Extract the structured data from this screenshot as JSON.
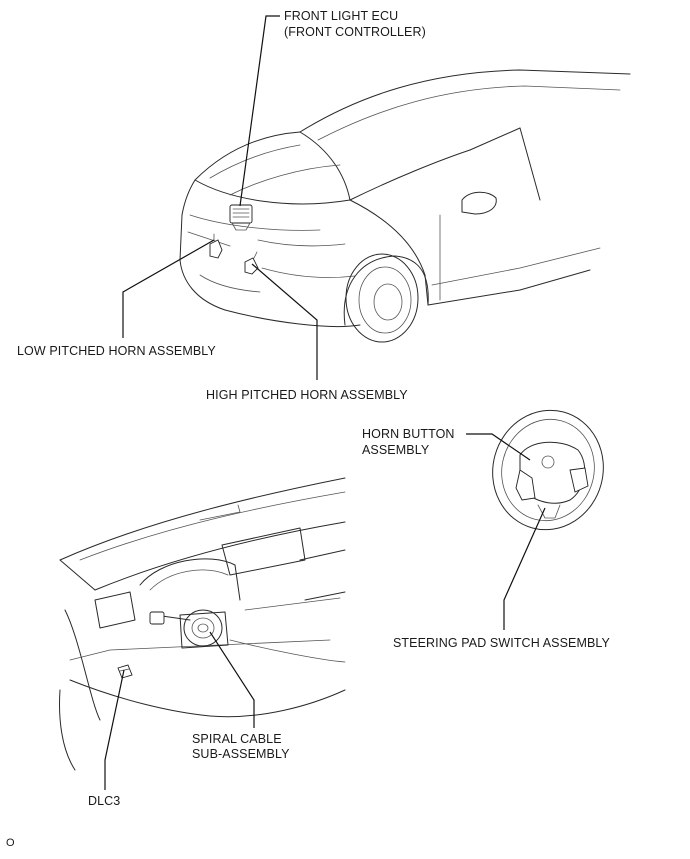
{
  "labels": {
    "front_light_ecu_1": "FRONT LIGHT ECU",
    "front_light_ecu_2": "(FRONT CONTROLLER)",
    "low_horn": "LOW PITCHED HORN ASSEMBLY",
    "high_horn": "HIGH PITCHED HORN ASSEMBLY",
    "horn_button_1": "HORN BUTTON",
    "horn_button_2": "ASSEMBLY",
    "steering_pad": "STEERING PAD SWITCH ASSEMBLY",
    "spiral_1": "SPIRAL CABLE",
    "spiral_2": "SUB-ASSEMBLY",
    "dlc3": "DLC3",
    "figure_code": "O"
  }
}
